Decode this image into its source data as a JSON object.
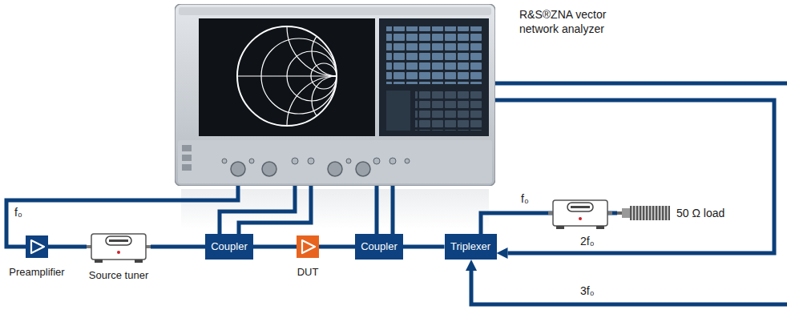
{
  "diagram": {
    "nodes": [
      {
        "text": [
          "R&S®ZNA vector network analyzer"
        ]
      },
      {
        "text": [
          "Preamplifier"
        ]
      },
      {
        "text": [
          "Source tuner"
        ]
      },
      {
        "text": [
          "Coupler"
        ]
      },
      {
        "text": [
          "DUT"
        ]
      },
      {
        "text": [
          "Coupler"
        ]
      },
      {
        "text": [
          "Triplexer"
        ]
      },
      {
        "text": [
          "50 Ω load"
        ]
      }
    ],
    "edges": [
      {
        "from": 0,
        "to": 1,
        "arrow": "none",
        "label": "f₀"
      },
      {
        "from": 1,
        "to": 2,
        "arrow": "none"
      },
      {
        "from": 2,
        "to": 3,
        "arrow": "none"
      },
      {
        "from": 3,
        "to": 0,
        "arrow": "none"
      },
      {
        "from": 3,
        "to": 0,
        "arrow": "none"
      },
      {
        "from": 3,
        "to": 4,
        "arrow": "none"
      },
      {
        "from": 4,
        "to": 5,
        "arrow": "none"
      },
      {
        "from": 5,
        "to": 0,
        "arrow": "none"
      },
      {
        "from": 5,
        "to": 0,
        "arrow": "none"
      },
      {
        "from": 5,
        "to": 6,
        "arrow": "none"
      },
      {
        "from": 6,
        "to": 7,
        "arrow": "none",
        "label": "f₀"
      },
      {
        "from": 0,
        "to": 6,
        "arrow": "to",
        "label": "2f₀"
      },
      {
        "from": 0,
        "to": 6,
        "arrow": "to",
        "label": "3f₀"
      }
    ]
  }
}
